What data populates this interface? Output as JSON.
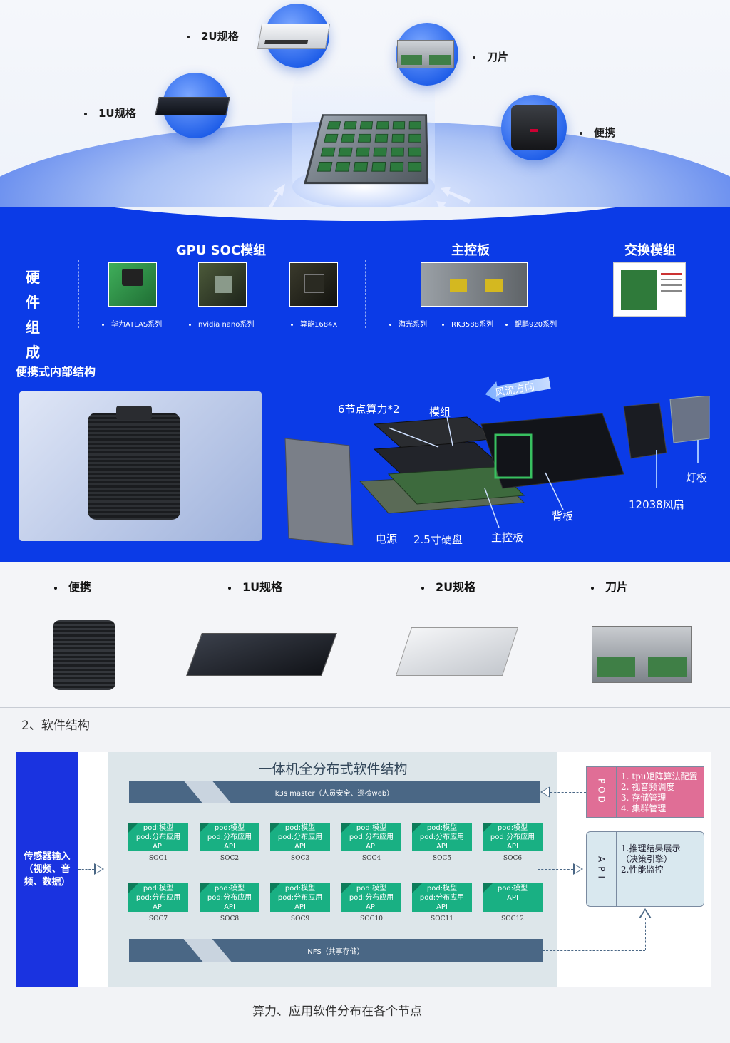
{
  "hero": {
    "labels": {
      "u1": "1U规格",
      "u2": "2U规格",
      "blade": "刀片",
      "portable": "便携"
    }
  },
  "hardware": {
    "section_title": "硬件组成",
    "title_lines": [
      "硬 件",
      "组 成"
    ],
    "groups": [
      {
        "title": "GPU SOC模组",
        "items": [
          "华为ATLAS系列",
          "nvidia nano系列",
          "算能1684X"
        ]
      },
      {
        "title": "主控板",
        "items": [
          "海光系列",
          "RK3588系列",
          "鲲鹏920系列"
        ]
      },
      {
        "title": "交换模组",
        "items": []
      }
    ]
  },
  "portable_structure": {
    "title": "便携式内部结构",
    "wind": "风流方向",
    "labels": {
      "compute": "6节点算力*2",
      "module": "模组",
      "light": "灯板",
      "fan": "12038风扇",
      "backplane": "背板",
      "power": "电源",
      "disk": "2.5寸硬盘",
      "mainboard": "主控板"
    }
  },
  "products": [
    "便携",
    "1U规格",
    "2U规格",
    "刀片"
  ],
  "software": {
    "heading": "2、软件结构",
    "title": "一体机全分布式软件结构",
    "sensor": "传感器输入（视频、音频、数据）",
    "k3s": "k3s master（人员安全、巡检web）",
    "nfs": "NFS（共享存储）",
    "pods_row1": [
      {
        "l1": "pod:模型",
        "l2": "pod:分布应用",
        "l3": "API",
        "soc": "SOC1"
      },
      {
        "l1": "pod:模型",
        "l2": "pod:分布应用",
        "l3": "API",
        "soc": "SOC2"
      },
      {
        "l1": "pod:模型",
        "l2": "pod:分布应用",
        "l3": "API",
        "soc": "SOC3"
      },
      {
        "l1": "pod:模型",
        "l2": "pod:分布应用",
        "l3": "API",
        "soc": "SOC4"
      },
      {
        "l1": "pod:模型",
        "l2": "pod:分布应用",
        "l3": "API",
        "soc": "SOC5"
      },
      {
        "l1": "pod:模型",
        "l2": "pod:分布应用",
        "l3": "API",
        "soc": "SOC6"
      }
    ],
    "pods_row2": [
      {
        "l1": "pod:模型",
        "l2": "pod:分布应用",
        "l3": "API",
        "soc": "SOC7"
      },
      {
        "l1": "pod:模型",
        "l2": "pod:分布应用",
        "l3": "API",
        "soc": "SOC8"
      },
      {
        "l1": "pod:模型",
        "l2": "pod:分布应用",
        "l3": "API",
        "soc": "SOC9"
      },
      {
        "l1": "pod:模型",
        "l2": "pod:分布应用",
        "l3": "API",
        "soc": "SOC10"
      },
      {
        "l1": "pod:模型",
        "l2": "pod:分布应用",
        "l3": "API",
        "soc": "SOC11"
      },
      {
        "l1": "pod:模型",
        "l2": "",
        "l3": "API",
        "soc": "SOC12"
      }
    ],
    "pod_box": {
      "tag": "POD",
      "items": [
        "1. tpu矩阵算法配置",
        "2. 视音频调度",
        "3. 存储管理",
        "4. 集群管理"
      ]
    },
    "api_box": {
      "tag": "API",
      "items": [
        "1.推理结果展示",
        "（决策引擎）",
        "2.性能监控"
      ]
    },
    "caption": "算力、应用软件分布在各个节点"
  },
  "colors": {
    "band": "#0b3be7",
    "pod_green": "#19b083",
    "bar_blue": "#4a6785",
    "pod_pink": "#e06e96",
    "sensor_blue": "#1a33e0"
  }
}
